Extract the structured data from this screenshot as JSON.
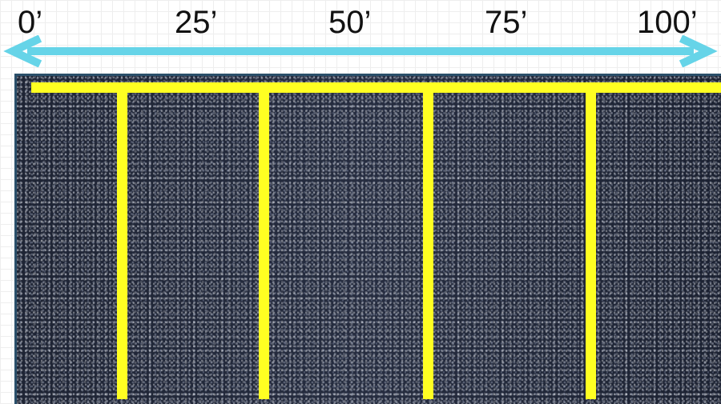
{
  "scale": {
    "labels": [
      "0’",
      "25’",
      "50’",
      "75’",
      "100’"
    ]
  },
  "colors": {
    "arrow": "#66d4e8",
    "stripe": "#ffff22",
    "asphalt": "#202637"
  }
}
